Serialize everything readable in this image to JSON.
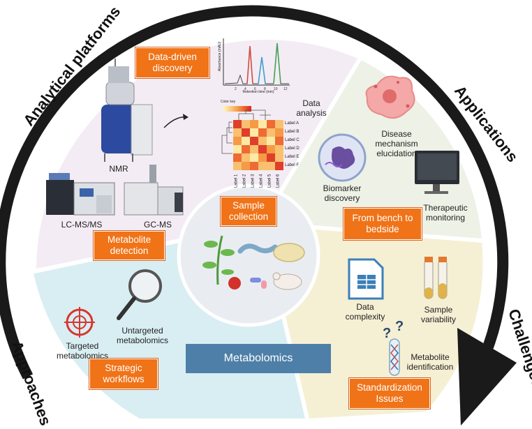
{
  "arc_labels": {
    "analytical_platforms": "Analytical platforms",
    "applications": "Applications",
    "challenges": "Challenges",
    "approaches": "Approaches"
  },
  "center": {
    "title": "Metabolomics",
    "sample_box": [
      "Sample",
      "collection"
    ]
  },
  "analytical": {
    "box_discovery": [
      "Data-driven",
      "discovery"
    ],
    "box_detection": [
      "Metabolite",
      "detection"
    ],
    "nmr": "NMR",
    "lcms": "LC-MS/MS",
    "gcms": "GC-MS",
    "data_analysis": [
      "Data",
      "analysis"
    ],
    "chromatogram_ylabel": "Absorbance (mAU)",
    "chromatogram_xlabel": "Retention time (min)",
    "chromatogram_ticks": [
      "2",
      "4",
      "6",
      "8",
      "10",
      "12"
    ],
    "heatmap_key": "Color key",
    "heatmap_rows": [
      "Label A",
      "Label B",
      "Label C",
      "Label D",
      "Label E",
      "Label F"
    ],
    "heatmap_cols": [
      "Label 1",
      "Label 2",
      "Label 3",
      "Label 4",
      "Label 5",
      "Label 6"
    ]
  },
  "applications": {
    "disease": [
      "Disease",
      "mechanism",
      "elucidation"
    ],
    "biomarker": [
      "Biomarker",
      "discovery"
    ],
    "therapeutic": [
      "Therapeutic",
      "monitoring"
    ],
    "box_bench": [
      "From bench to",
      "bedside"
    ]
  },
  "challenges": {
    "data_complexity": [
      "Data",
      "complexity"
    ],
    "sample_variability": [
      "Sample",
      "variability"
    ],
    "metabolite_identification": [
      "Metabolite",
      "identification"
    ],
    "box_standardization": [
      "Standardization",
      "Issues"
    ]
  },
  "approaches": {
    "targeted": [
      "Targeted",
      "metabolomics"
    ],
    "untargeted": [
      "Untargeted",
      "metabolomics"
    ],
    "box_strategic": [
      "Strategic",
      "workflows"
    ]
  },
  "colors": {
    "orange_box": "#f07318",
    "metabolomics_box": "#4e7fa8",
    "sector_analytical": "#f3ecf4",
    "sector_applications": "#edf1e6",
    "sector_challenges": "#f5efd4",
    "sector_approaches": "#d9eef2",
    "center_circle": "#e9edf1"
  }
}
